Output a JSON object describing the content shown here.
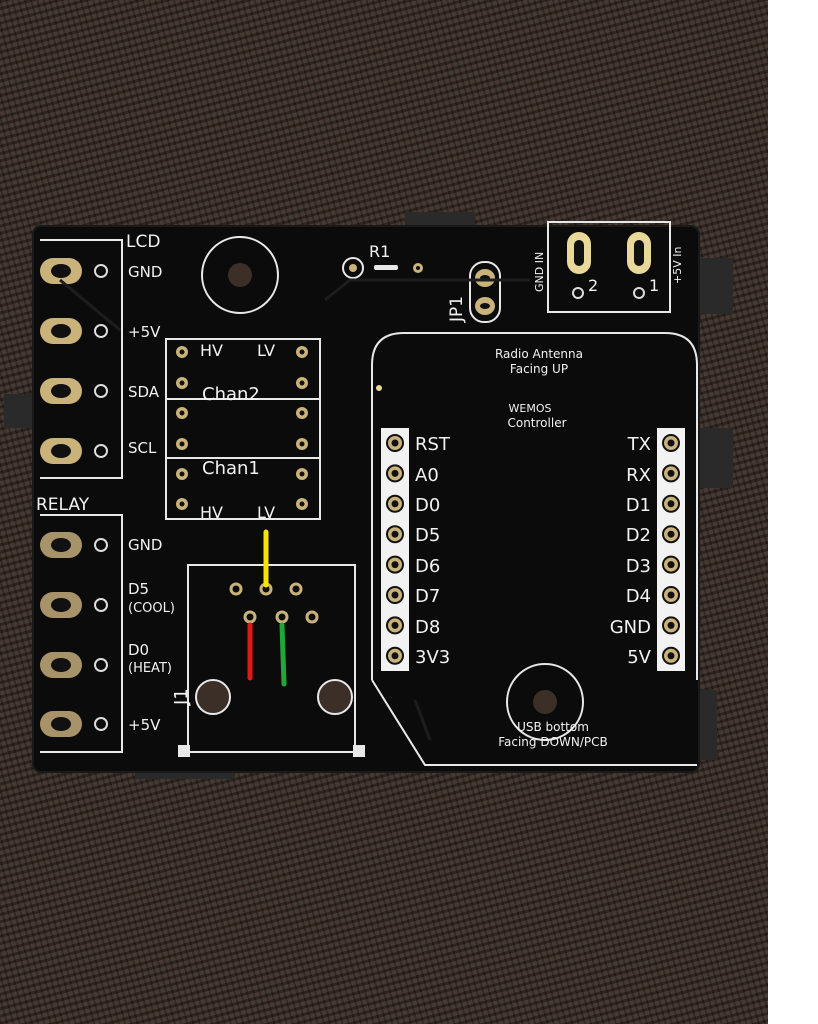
{
  "board": {
    "lcd_header": "LCD",
    "lcd_pins": [
      "GND",
      "+5V",
      "SDA",
      "SCL"
    ],
    "relay_header": "RELAY",
    "relay_pins": [
      "GND",
      "D5",
      "(COOL)",
      "D0",
      "(HEAT)",
      "+5V"
    ],
    "r1_label": "R1",
    "jp1_label": "JP1",
    "power": {
      "gnd_in_label": "GND IN",
      "plus5v_in_label": "+5V In",
      "terminal_2": "2",
      "terminal_1": "1"
    },
    "level_shifter": {
      "hv_top": "HV",
      "lv_top": "LV",
      "chan2": "Chan2",
      "chan1": "Chan1",
      "hv_bottom": "HV",
      "lv_bottom": "LV"
    },
    "antenna_note_line1": "Radio Antenna",
    "antenna_note_line2": "Facing UP",
    "wemos_line1": "WEMOS",
    "wemos_line2": "Controller",
    "wemos_left_pins": [
      "RST",
      "A0",
      "D0",
      "D5",
      "D6",
      "D7",
      "D8",
      "3V3"
    ],
    "wemos_right_pins": [
      "TX",
      "RX",
      "D1",
      "D2",
      "D3",
      "D4",
      "GND",
      "5V"
    ],
    "usb_note_line1": "USB bottom",
    "usb_note_line2": "Facing DOWN/PCB",
    "j1_label": "J1"
  },
  "colors": {
    "pcb": "#0b0b0b",
    "silkscreen": "#f2f2f2",
    "gold_pad": "#c9b37a",
    "wire_yellow": "#f5e400",
    "wire_red": "#e01a1a",
    "wire_green": "#1fa83a",
    "carpet": "#3b2f28"
  }
}
